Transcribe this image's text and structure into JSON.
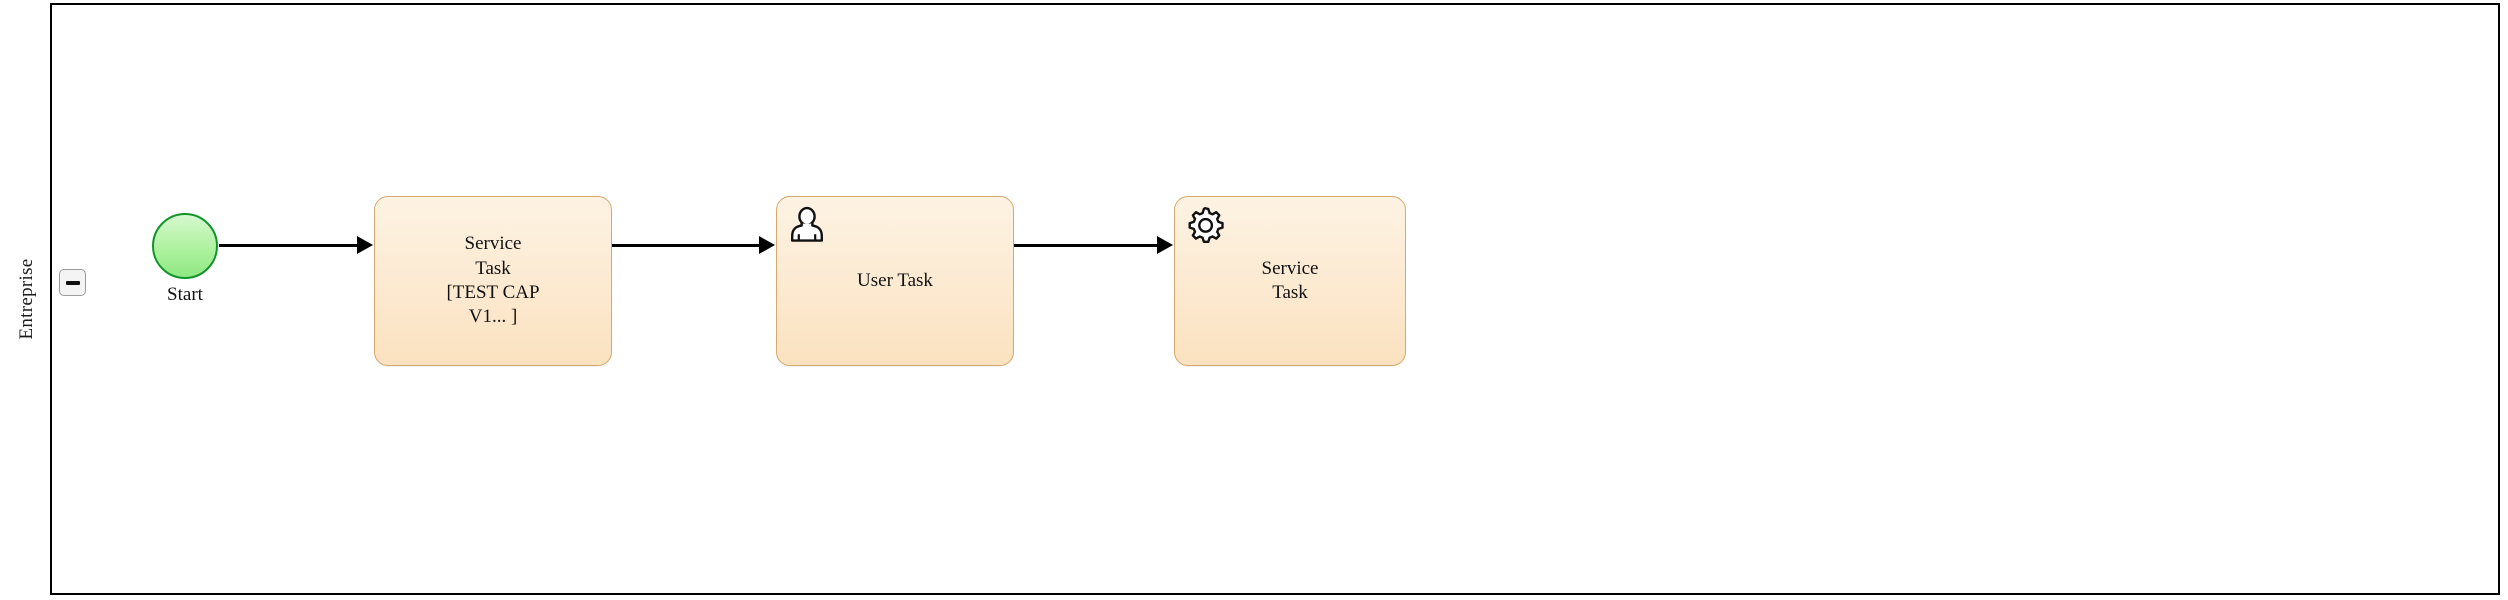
{
  "diagram": {
    "type": "bpmn-process",
    "pool": {
      "lane_label": "Entreprise",
      "collapse_button": {
        "icon": "minus-icon",
        "state": "expanded"
      }
    },
    "colors": {
      "task_fill": "#fcebd4",
      "task_border": "#d5a96c",
      "start_fill": "#aef2a0",
      "start_border": "#11952a",
      "flow_stroke": "#000000",
      "pool_border": "#000000"
    },
    "nodes": [
      {
        "id": "start",
        "kind": "start-event",
        "label": "Start",
        "icon": null
      },
      {
        "id": "task1",
        "kind": "service-task",
        "label": "Service\nTask\n[TEST CAP\nV1... ]",
        "icon": null
      },
      {
        "id": "task2",
        "kind": "user-task",
        "label": "User Task",
        "icon": "user-icon"
      },
      {
        "id": "task3",
        "kind": "service-task",
        "label": "Service\nTask",
        "icon": "gear-icon"
      }
    ],
    "flows": [
      {
        "id": "flow1",
        "from": "start",
        "to": "task1",
        "label": ""
      },
      {
        "id": "flow2",
        "from": "task1",
        "to": "task2",
        "label": ""
      },
      {
        "id": "flow3",
        "from": "task2",
        "to": "task3",
        "label": ""
      }
    ]
  }
}
